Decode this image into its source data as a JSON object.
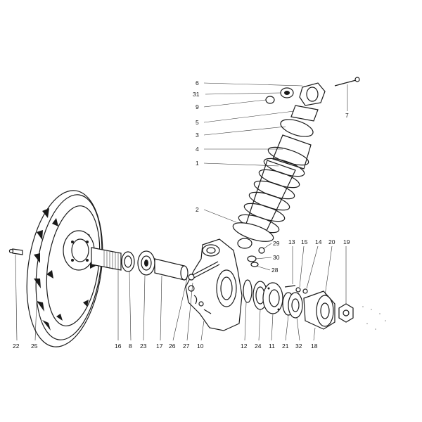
{
  "diagram": {
    "labels": [
      {
        "id": "6",
        "text": "6"
      },
      {
        "id": "31",
        "text": "31"
      },
      {
        "id": "9",
        "text": "9"
      },
      {
        "id": "5",
        "text": "5"
      },
      {
        "id": "3",
        "text": "3"
      },
      {
        "id": "4",
        "text": "4"
      },
      {
        "id": "1",
        "text": "1"
      },
      {
        "id": "7",
        "text": "7"
      },
      {
        "id": "2",
        "text": "2"
      },
      {
        "id": "29",
        "text": "29"
      },
      {
        "id": "30",
        "text": "30"
      },
      {
        "id": "28",
        "text": "28"
      },
      {
        "id": "13",
        "text": "13"
      },
      {
        "id": "15",
        "text": "15"
      },
      {
        "id": "14",
        "text": "14"
      },
      {
        "id": "20",
        "text": "20"
      },
      {
        "id": "19",
        "text": "19"
      },
      {
        "id": "22",
        "text": "22"
      },
      {
        "id": "25",
        "text": "25"
      },
      {
        "id": "16",
        "text": "16"
      },
      {
        "id": "8",
        "text": "8"
      },
      {
        "id": "23",
        "text": "23"
      },
      {
        "id": "17",
        "text": "17"
      },
      {
        "id": "26",
        "text": "26"
      },
      {
        "id": "27",
        "text": "27"
      },
      {
        "id": "10",
        "text": "10"
      },
      {
        "id": "12",
        "text": "12"
      },
      {
        "id": "24",
        "text": "24"
      },
      {
        "id": "11",
        "text": "11"
      },
      {
        "id": "21",
        "text": "21"
      },
      {
        "id": "32",
        "text": "32"
      },
      {
        "id": "18",
        "text": "18"
      }
    ]
  }
}
